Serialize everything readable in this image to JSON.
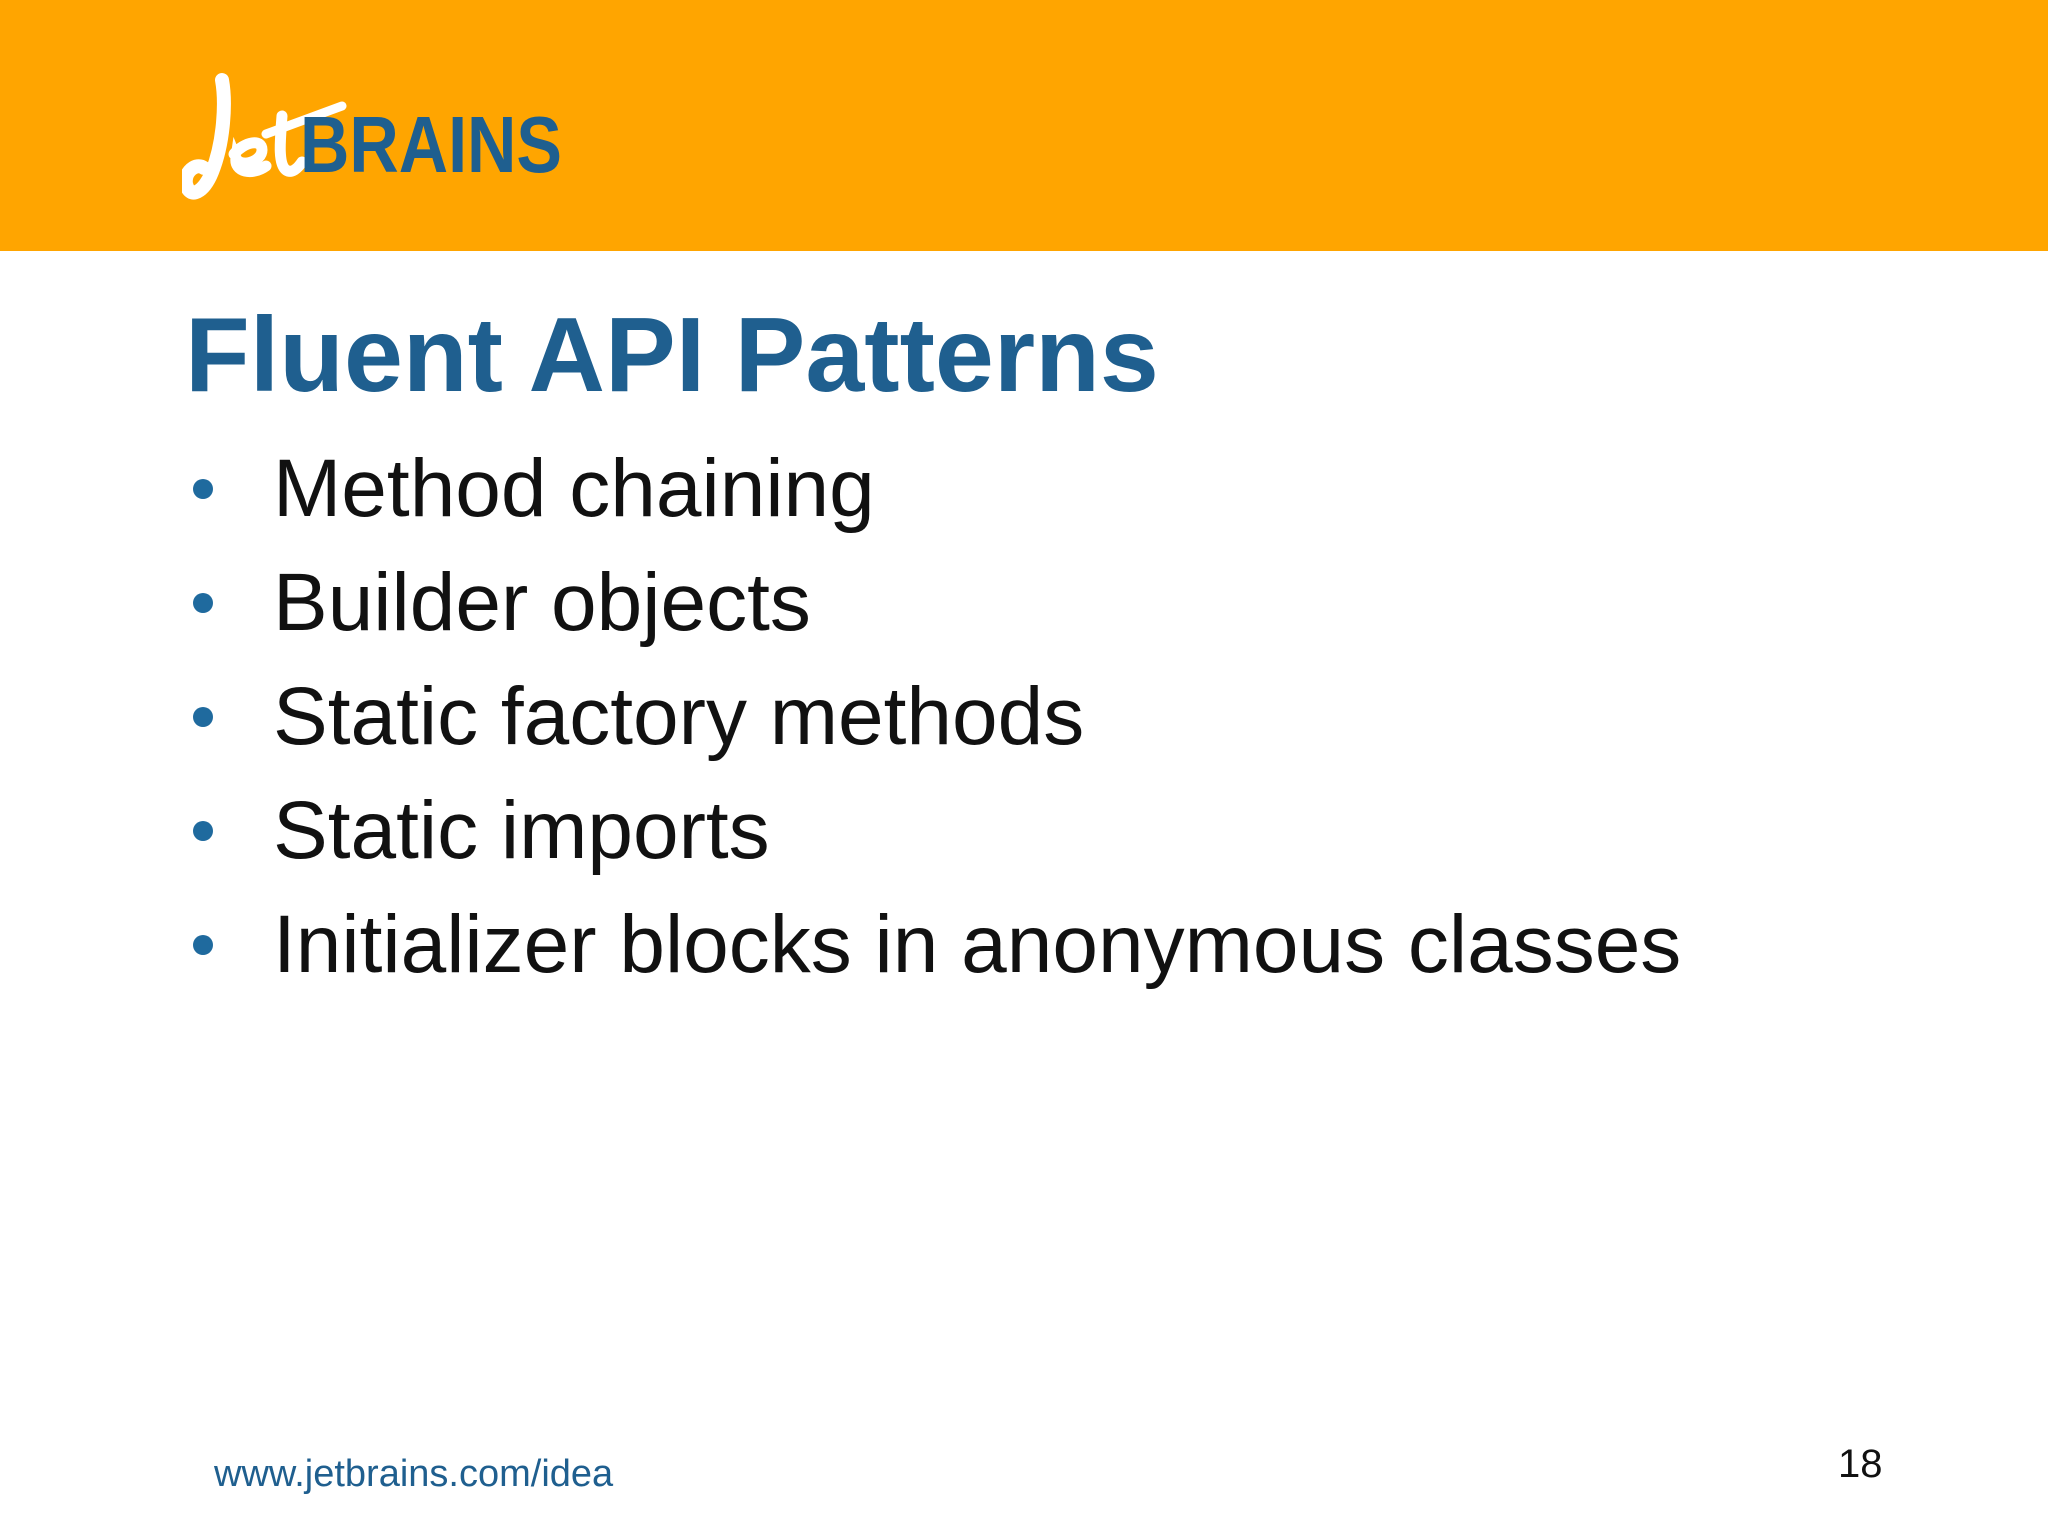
{
  "header": {
    "band_color": "#FFA500",
    "logo": {
      "script_part": "Jet",
      "block_part": "BRAINS",
      "block_color": "#1F5F8F",
      "script_color": "#FFFFFF"
    }
  },
  "slide": {
    "title": "Fluent API Patterns",
    "title_color": "#1F5F8F",
    "bullets": [
      "Method chaining",
      "Builder objects",
      "Static factory methods",
      "Static imports",
      "Initializer blocks in anonymous classes"
    ],
    "bullet_color": "#1F6A9E"
  },
  "footer": {
    "url": "www.jetbrains.com/idea",
    "page_number": "18"
  }
}
